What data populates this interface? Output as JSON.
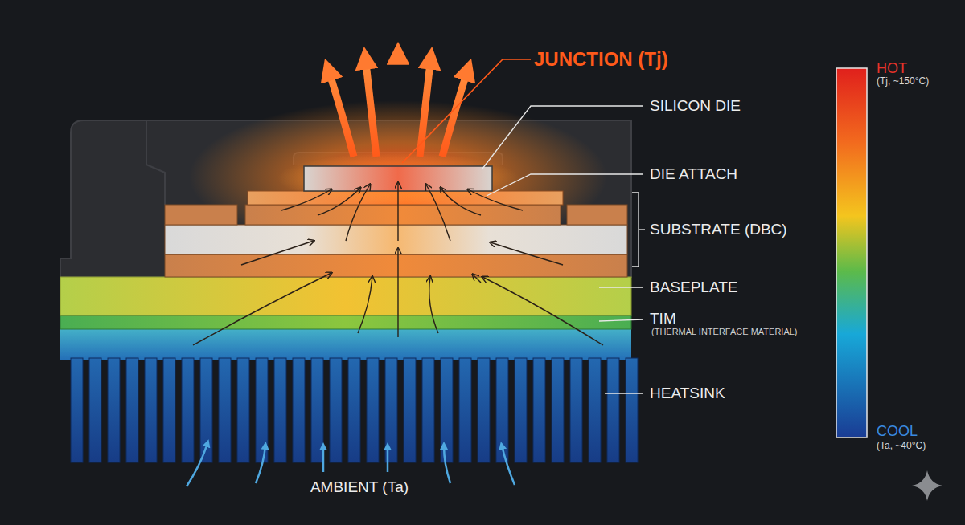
{
  "diagram": {
    "labels": [
      "JUNCTION (Tj)",
      "SILICON DIE",
      "DIE ATTACH",
      "SUBSTRATE (DBC)",
      "BASEPLATE",
      "TIM",
      "(THERMAL INTERFACE MATERIAL)",
      "HEATSINK",
      "AMBIENT (Ta)",
      "HOT",
      "(Tj, ~150°C)",
      "COOL",
      "(Ta, ~40°C)"
    ]
  }
}
